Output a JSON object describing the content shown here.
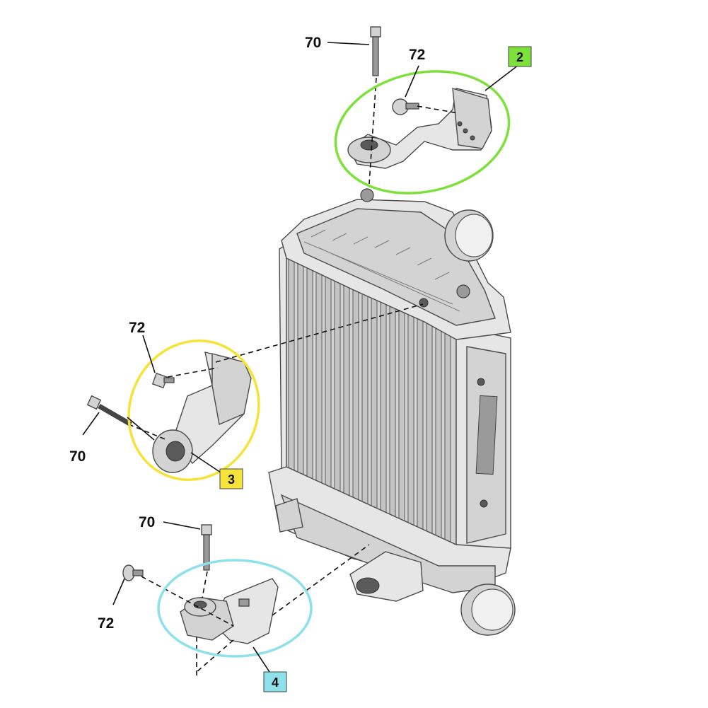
{
  "labels": {
    "bolt_70": "70",
    "screw_72": "72"
  },
  "callouts": {
    "part_2": {
      "text": "2",
      "color": "#7ee03a"
    },
    "part_3": {
      "text": "3",
      "color": "#f5e33a"
    },
    "part_4": {
      "text": "4",
      "color": "#8ee0ea"
    }
  },
  "highlight_colors": {
    "part_2_ellipse": "#7ee03a",
    "part_3_ellipse": "#f5e33a",
    "part_4_ellipse": "#8ee0ea"
  }
}
